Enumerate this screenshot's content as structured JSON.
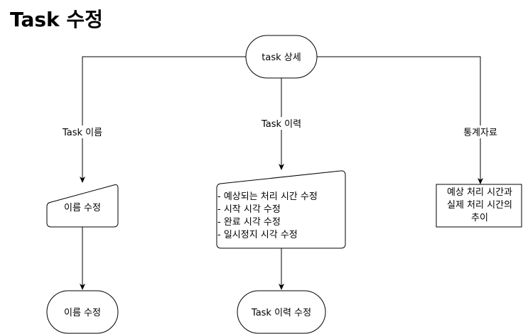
{
  "title": "Task 수정",
  "nodes": {
    "task_detail": "task 상세",
    "name_edit_input": "이름 수정",
    "history_edit_input": [
      "- 예상되는 처리 시간 수정",
      "- 시작 시각 수정",
      "- 완료 시각 수정",
      "- 일시정지 시각 수정"
    ],
    "stats_box": [
      "예상 처리 시간과",
      "실제 처리 시간의",
      "추이"
    ],
    "name_edit_end": "이름 수정",
    "history_edit_end": "Task 이력 수정"
  },
  "edges": {
    "to_name": "Task 이름",
    "to_history": "Task 이력",
    "to_stats": "통계자료"
  }
}
